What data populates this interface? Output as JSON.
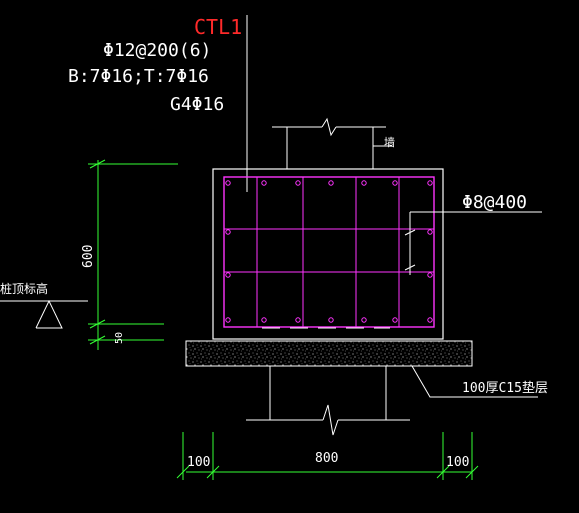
{
  "title_label": "CTL1",
  "notes": {
    "stirrups": "Φ12@200(6)",
    "longitudinal": "B:7Φ16;T:7Φ16",
    "side_bars": "G4Φ16"
  },
  "wall_label": "墙",
  "side_rebar_label": "Φ8@400",
  "height_dim": "600",
  "small_dim": "50",
  "pile_top_label": "桩顶标高",
  "bedding_label": "100厚C15垫层",
  "bottom_dims": [
    "100",
    "800",
    "100"
  ],
  "colors": {
    "title": "#ff2a2a",
    "rebar": "#ff33ff",
    "outline": "#ffffff",
    "dimension": "#33ff33",
    "background": "#000000"
  }
}
